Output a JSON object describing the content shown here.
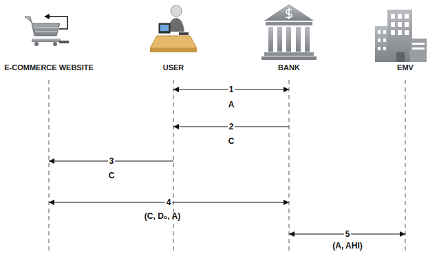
{
  "diagram": {
    "nodes": [
      {
        "text": [
          "E-COMMERCE WEBSITE"
        ]
      },
      {
        "text": [
          "USER"
        ]
      },
      {
        "text": [
          "BANK"
        ]
      },
      {
        "text": [
          "EMV"
        ]
      }
    ],
    "edges": [
      {
        "from": 1,
        "to": 2,
        "arrow": "both",
        "label": "1"
      },
      {
        "from": 2,
        "to": 1,
        "arrow": "to",
        "label": "2"
      },
      {
        "from": 1,
        "to": 0,
        "arrow": "to",
        "label": "3"
      },
      {
        "from": 0,
        "to": 2,
        "arrow": "both",
        "label": "4"
      },
      {
        "from": 2,
        "to": 3,
        "arrow": "both",
        "label": "5"
      }
    ],
    "labels": [
      "A",
      "C",
      "C",
      "(C, D₀, A)",
      "(A, AHI)"
    ]
  }
}
